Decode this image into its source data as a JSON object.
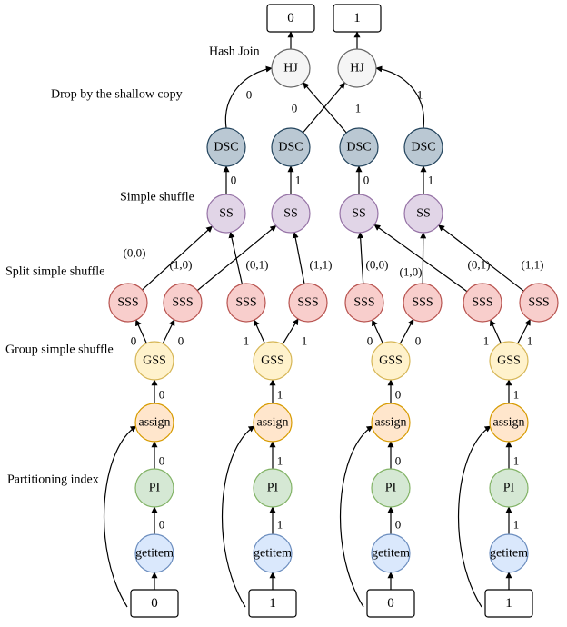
{
  "section_labels": {
    "hash_join": "Hash Join",
    "drop_shallow_copy": "Drop by the shallow copy",
    "simple_shuffle": "Simple shuffle",
    "split_simple_shuffle": "Split simple shuffle",
    "group_simple_shuffle": "Group simple shuffle",
    "partitioning_index": "Partitioning index"
  },
  "nodes": {
    "output_boxes": [
      "0",
      "1"
    ],
    "hj": "HJ",
    "dsc": "DSC",
    "ss": "SS",
    "sss": "SSS",
    "gss": "GSS",
    "assign": "assign",
    "pi": "PI",
    "getitem": "getitem",
    "input_boxes": [
      "0",
      "1",
      "0",
      "1"
    ]
  },
  "edge_labels": {
    "hj_left": [
      "0",
      "0"
    ],
    "hj_right": [
      "1",
      "1"
    ],
    "dsc_to_ss": [
      "0",
      "1",
      "0",
      "1"
    ],
    "sss_to_ss": [
      "(0,0)",
      "(1,0)",
      "(0,1)",
      "(1,1)",
      "(0,0)",
      "(1,0)",
      "(0,1)",
      "(1,1)"
    ],
    "gss_to_sss": [
      "0",
      "0",
      "1",
      "1",
      "0",
      "0",
      "1",
      "1"
    ],
    "assign_to_gss": [
      "0",
      "1",
      "0",
      "1"
    ],
    "pi_to_assign": [
      "0",
      "1",
      "0",
      "1"
    ],
    "getitem_to_pi": [
      "0",
      "1",
      "0",
      "1"
    ]
  },
  "colors": {
    "hj_fill": "#f5f5f5",
    "hj_stroke": "#666666",
    "dsc_fill": "#bac8d3",
    "dsc_stroke": "#23445d",
    "ss_fill": "#e1d5e7",
    "ss_stroke": "#9673a6",
    "sss_fill": "#f8cecc",
    "sss_stroke": "#b85450",
    "gss_fill": "#fff2cc",
    "gss_stroke": "#d6b656",
    "assign_fill": "#ffe6cc",
    "assign_stroke": "#d79b00",
    "pi_fill": "#d5e8d4",
    "pi_stroke": "#82b366",
    "getitem_fill": "#dae8fc",
    "getitem_stroke": "#6c8ebf"
  }
}
